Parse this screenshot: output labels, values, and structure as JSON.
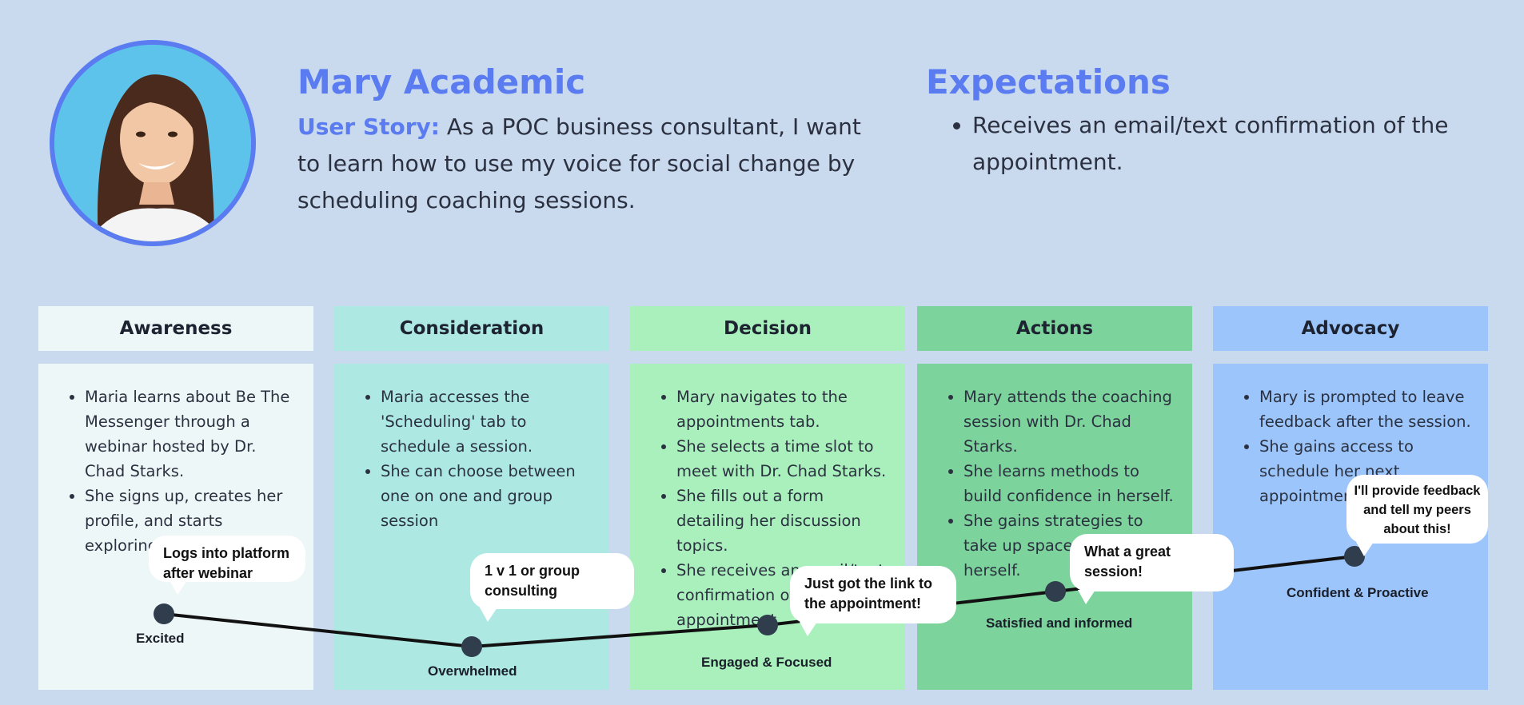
{
  "persona": {
    "name": "Mary Academic",
    "story_label": "User Story:",
    "story_text": " As a POC business consultant, I want to learn how to use my voice for social change by scheduling coaching sessions."
  },
  "expectations": {
    "title": "Expectations",
    "items": [
      "Receives an email/text confirmation of the appointment."
    ]
  },
  "colors": {
    "accent": "#5a7cf0",
    "awareness": "#eef7f8",
    "consideration": "#ade8e2",
    "decision": "#aaf0bc",
    "actions": "#7dd39c",
    "advocacy": "#9cc6fb",
    "journey_line": "#111111",
    "journey_dot": "#2f3d4c"
  },
  "stages": [
    {
      "title": "Awareness",
      "bullets": [
        "Maria learns about Be The Messenger through a webinar hosted by Dr. Chad Starks.",
        "She signs up, creates her profile, and starts exploring"
      ],
      "quote": "Logs into platform after webinar",
      "emotion": "Excited"
    },
    {
      "title": "Consideration",
      "bullets": [
        "Maria accesses the 'Scheduling' tab to schedule a session.",
        "She can choose between one on one and group session"
      ],
      "quote": "1 v 1 or group consulting",
      "emotion": "Overwhelmed"
    },
    {
      "title": "Decision",
      "bullets": [
        "Mary navigates to the appointments tab.",
        "She selects a time slot to meet with Dr. Chad Starks.",
        "She fills out a form detailing her discussion topics.",
        "She receives an email/text confirmation of the appointment."
      ],
      "quote": "Just got the link to the appointment!",
      "emotion": "Engaged & Focused"
    },
    {
      "title": "Actions",
      "bullets": [
        "Mary attends the coaching session with Dr. Chad Starks.",
        "She learns methods to build confidence in herself.",
        "She gains strategies to take up space and assert herself."
      ],
      "quote": "What a great session!",
      "emotion": "Satisfied and informed"
    },
    {
      "title": "Advocacy",
      "bullets": [
        "Mary is prompted to leave feedback after the session.",
        "She gains access to schedule her next appointment."
      ],
      "quote": "I'll provide feedback and tell my peers about this!",
      "emotion": "Confident & Proactive"
    }
  ]
}
